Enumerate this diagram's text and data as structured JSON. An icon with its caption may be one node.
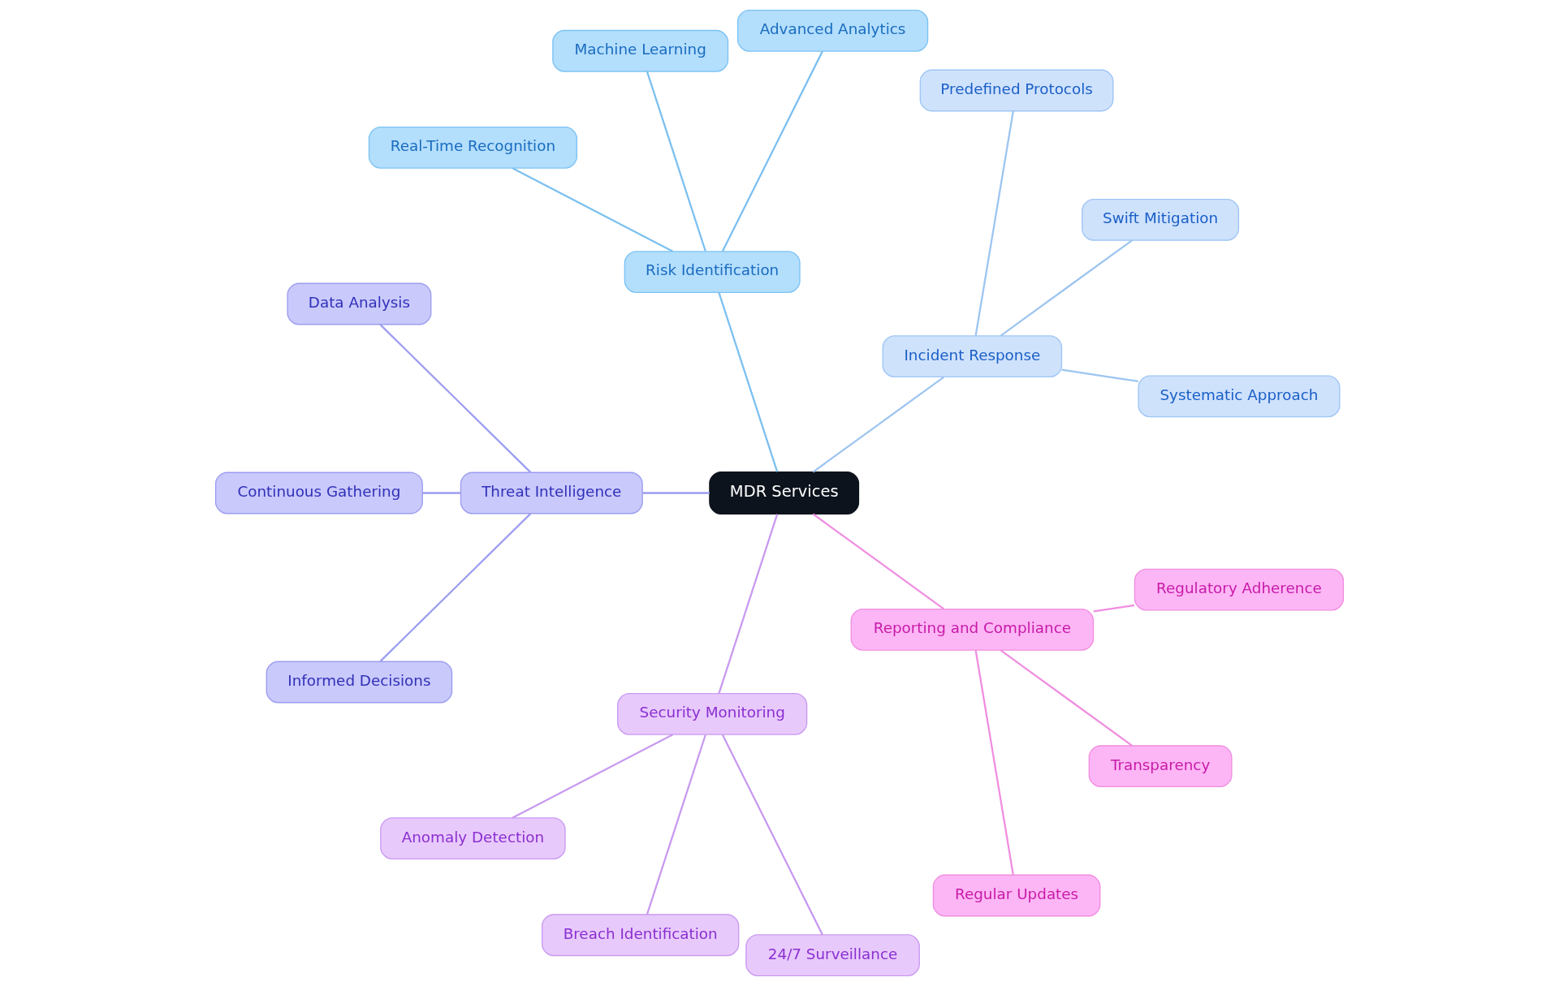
{
  "diagram": {
    "nodes": [
      {
        "text": [
          "MDR Services"
        ]
      },
      {
        "text": [
          "Incident Response"
        ]
      },
      {
        "text": [
          "Systematic Approach"
        ]
      },
      {
        "text": [
          "Swift Mitigation"
        ]
      },
      {
        "text": [
          "Predefined Protocols"
        ]
      },
      {
        "text": [
          "Risk Identification"
        ]
      },
      {
        "text": [
          "Advanced Analytics"
        ]
      },
      {
        "text": [
          "Machine Learning"
        ]
      },
      {
        "text": [
          "Real-Time Recognition"
        ]
      },
      {
        "text": [
          "Threat Intelligence"
        ]
      },
      {
        "text": [
          "Data Analysis"
        ]
      },
      {
        "text": [
          "Continuous Gathering"
        ]
      },
      {
        "text": [
          "Informed Decisions"
        ]
      },
      {
        "text": [
          "Security Monitoring"
        ]
      },
      {
        "text": [
          "Anomaly Detection"
        ]
      },
      {
        "text": [
          "Breach Identification"
        ]
      },
      {
        "text": [
          "24/7 Surveillance"
        ]
      },
      {
        "text": [
          "Reporting and Compliance"
        ]
      },
      {
        "text": [
          "Regular Updates"
        ]
      },
      {
        "text": [
          "Transparency"
        ]
      },
      {
        "text": [
          "Regulatory Adherence"
        ]
      }
    ],
    "edges": [
      {
        "from": 0,
        "to": 1,
        "arrow": "none",
        "color": "#9ec5f0"
      },
      {
        "from": 1,
        "to": 2,
        "arrow": "none",
        "color": "#9ec5f0"
      },
      {
        "from": 1,
        "to": 3,
        "arrow": "none",
        "color": "#9ec5f0"
      },
      {
        "from": 1,
        "to": 4,
        "arrow": "none",
        "color": "#9ec5f0"
      },
      {
        "from": 0,
        "to": 5,
        "arrow": "none",
        "color": "#7cc0f0"
      },
      {
        "from": 5,
        "to": 6,
        "arrow": "none",
        "color": "#7cc0f0"
      },
      {
        "from": 5,
        "to": 7,
        "arrow": "none",
        "color": "#7cc0f0"
      },
      {
        "from": 5,
        "to": 8,
        "arrow": "none",
        "color": "#7cc0f0"
      },
      {
        "from": 0,
        "to": 9,
        "arrow": "none",
        "color": "#9d9df0"
      },
      {
        "from": 9,
        "to": 10,
        "arrow": "none",
        "color": "#9d9df0"
      },
      {
        "from": 9,
        "to": 11,
        "arrow": "none",
        "color": "#9d9df0"
      },
      {
        "from": 9,
        "to": 12,
        "arrow": "none",
        "color": "#9d9df0"
      },
      {
        "from": 0,
        "to": 13,
        "arrow": "none",
        "color": "#c99af0"
      },
      {
        "from": 13,
        "to": 14,
        "arrow": "none",
        "color": "#c99af0"
      },
      {
        "from": 13,
        "to": 15,
        "arrow": "none",
        "color": "#c99af0"
      },
      {
        "from": 13,
        "to": 16,
        "arrow": "none",
        "color": "#c99af0"
      },
      {
        "from": 0,
        "to": 17,
        "arrow": "none",
        "color": "#f08ee0"
      },
      {
        "from": 17,
        "to": 18,
        "arrow": "none",
        "color": "#f08ee0"
      },
      {
        "from": 17,
        "to": 19,
        "arrow": "none",
        "color": "#f08ee0"
      },
      {
        "from": 17,
        "to": 20,
        "arrow": "none",
        "color": "#f08ee0"
      }
    ]
  }
}
